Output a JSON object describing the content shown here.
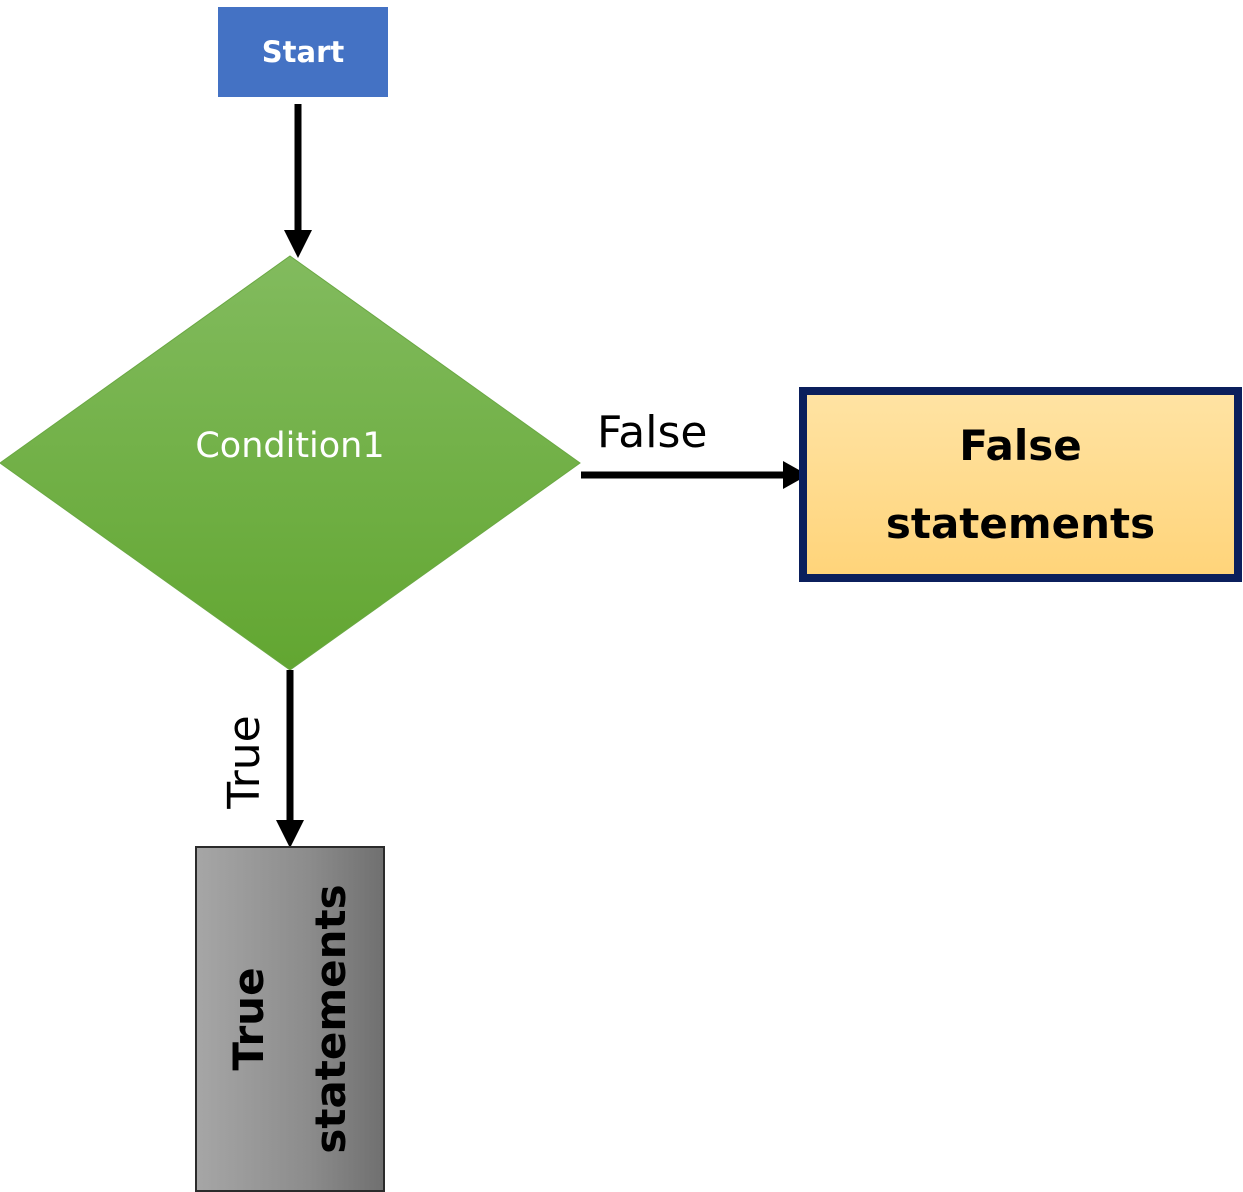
{
  "nodes": {
    "start": {
      "label": "Start"
    },
    "condition": {
      "label": "Condition1"
    },
    "false_statements": {
      "line1": "False",
      "line2": "statements"
    },
    "true_statements": {
      "line1": "True",
      "line2": "statements"
    }
  },
  "edges": {
    "false_label": "False",
    "true_label": "True"
  },
  "colors": {
    "start_fill": "#4472c4",
    "condition_fill": "#70ad47",
    "false_box_fill": "#ffd47a",
    "false_box_border": "#0b1f5c",
    "true_box_fill": "#8c8c8c",
    "arrow": "#000000"
  }
}
